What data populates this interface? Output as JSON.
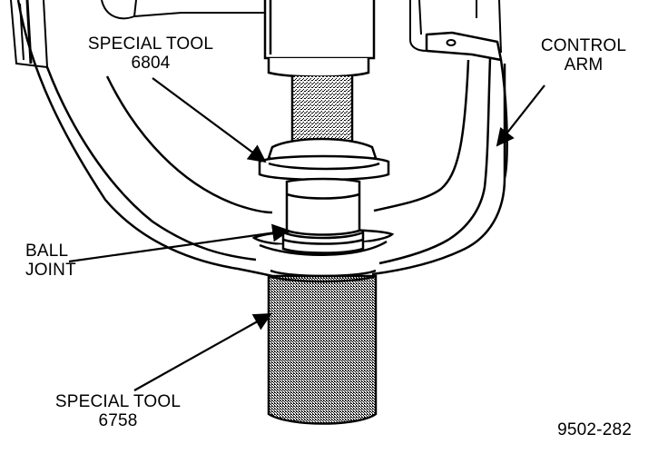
{
  "labels": {
    "special_tool_6804": [
      "SPECIAL TOOL",
      "6804"
    ],
    "control_arm": [
      "CONTROL",
      "ARM"
    ],
    "ball_joint": [
      "BALL",
      "JOINT"
    ],
    "special_tool_6758": [
      "SPECIAL TOOL",
      "6758"
    ],
    "figure_id": "9502-282"
  },
  "colors": {
    "ink": "#000000",
    "paper": "#ffffff"
  }
}
